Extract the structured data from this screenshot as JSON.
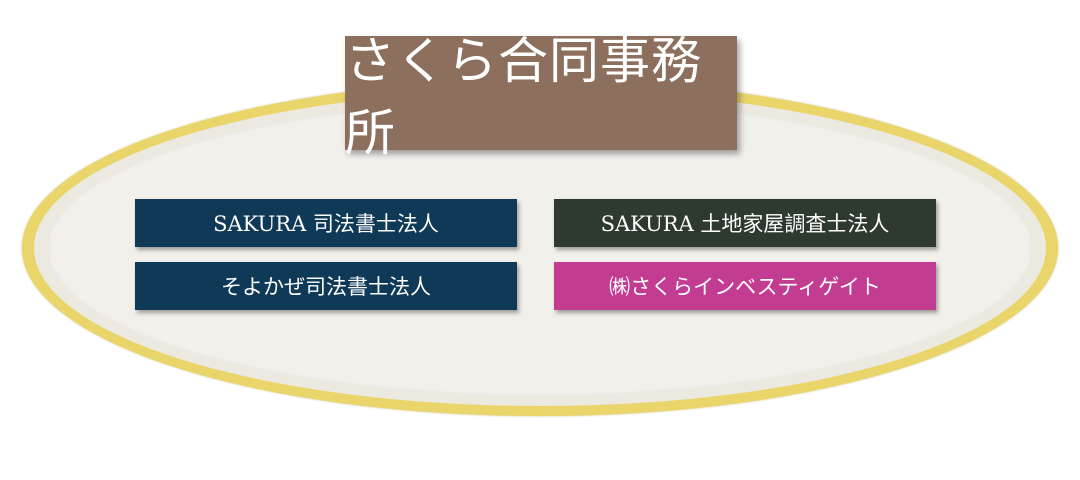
{
  "title": "さくら合同事務所",
  "entities": [
    {
      "label": "SAKURA 司法書士法人",
      "color": "#0f3a57"
    },
    {
      "label": "そよかぜ司法書士法人",
      "color": "#0f3a57"
    },
    {
      "label": "SAKURA 土地家屋調査士法人",
      "color": "#2f3a2e"
    },
    {
      "label": "㈱さくらインベスティゲイト",
      "color": "#c23d92"
    }
  ],
  "colors": {
    "ring": "#e9d56a",
    "banner": "#8d6f5d",
    "background": "#f2f0eb"
  }
}
